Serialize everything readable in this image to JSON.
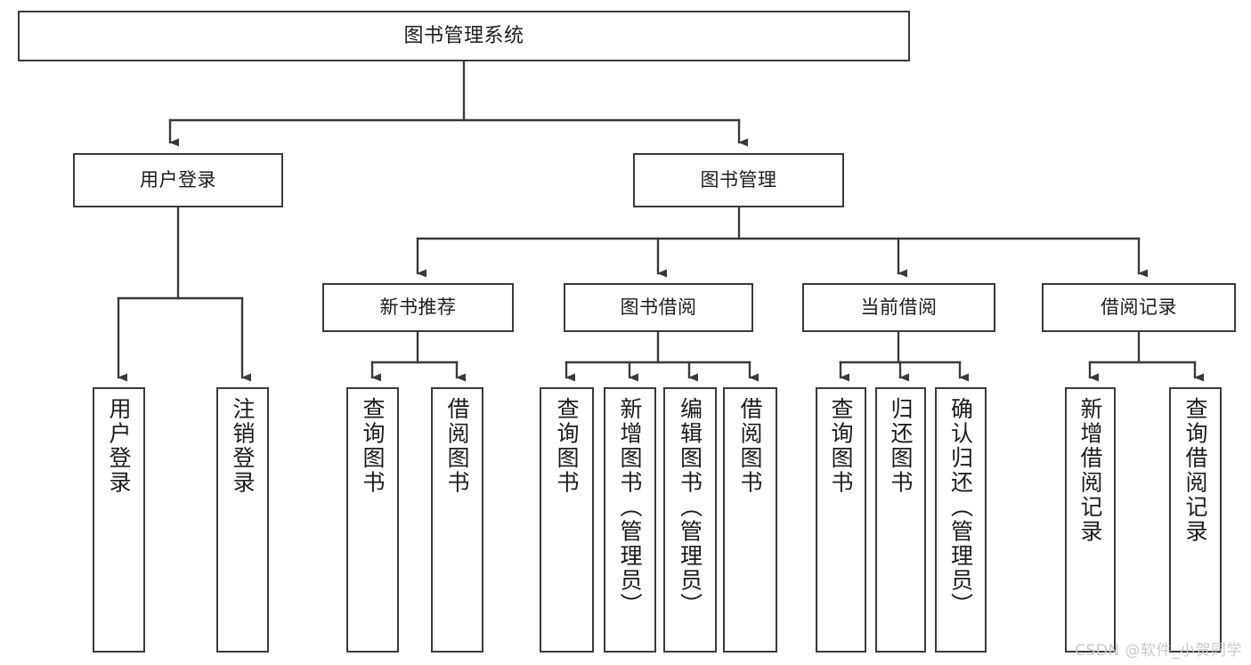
{
  "diagram": {
    "title": "图书管理系统",
    "watermark": "CSDN @软件_小贺同学",
    "accent_color": "#3a3a3a",
    "background_color": "#ffffff",
    "watermark_color": "#c9c9c9"
  },
  "nodes": {
    "root": {
      "label": "图书管理系统"
    },
    "level1": [
      {
        "label": "用户登录"
      },
      {
        "label": "图书管理"
      }
    ],
    "level2": [
      {
        "label": "新书推荐"
      },
      {
        "label": "图书借阅"
      },
      {
        "label": "当前借阅"
      },
      {
        "label": "借阅记录"
      }
    ],
    "leaves": {
      "user_login": [
        {
          "label": "用户登录"
        },
        {
          "label": "注销登录"
        }
      ],
      "new_book": [
        {
          "label": "查询图书"
        },
        {
          "label": "借阅图书"
        }
      ],
      "borrow_book": [
        {
          "label": "查询图书"
        },
        {
          "label": "新增图书（管理员）"
        },
        {
          "label": "编辑图书（管理员）"
        },
        {
          "label": "借阅图书"
        }
      ],
      "current_borrow": [
        {
          "label": "查询图书"
        },
        {
          "label": "归还图书"
        },
        {
          "label": "确认归还（管理员）"
        }
      ],
      "borrow_record": [
        {
          "label": "新增借阅记录"
        },
        {
          "label": "查询借阅记录"
        }
      ]
    }
  },
  "chart_data": {
    "type": "diagram",
    "diagram_kind": "tree-hierarchy",
    "title": "图书管理系统",
    "tree": {
      "name": "图书管理系统",
      "children": [
        {
          "name": "用户登录",
          "children": [
            {
              "name": "用户登录"
            },
            {
              "name": "注销登录"
            }
          ]
        },
        {
          "name": "图书管理",
          "children": [
            {
              "name": "新书推荐",
              "children": [
                {
                  "name": "查询图书"
                },
                {
                  "name": "借阅图书"
                }
              ]
            },
            {
              "name": "图书借阅",
              "children": [
                {
                  "name": "查询图书"
                },
                {
                  "name": "新增图书（管理员）"
                },
                {
                  "name": "编辑图书（管理员）"
                },
                {
                  "name": "借阅图书"
                }
              ]
            },
            {
              "name": "当前借阅",
              "children": [
                {
                  "name": "查询图书"
                },
                {
                  "name": "归还图书"
                },
                {
                  "name": "确认归还（管理员）"
                }
              ]
            },
            {
              "name": "借阅记录",
              "children": [
                {
                  "name": "新增借阅记录"
                },
                {
                  "name": "查询借阅记录"
                }
              ]
            }
          ]
        }
      ]
    }
  }
}
